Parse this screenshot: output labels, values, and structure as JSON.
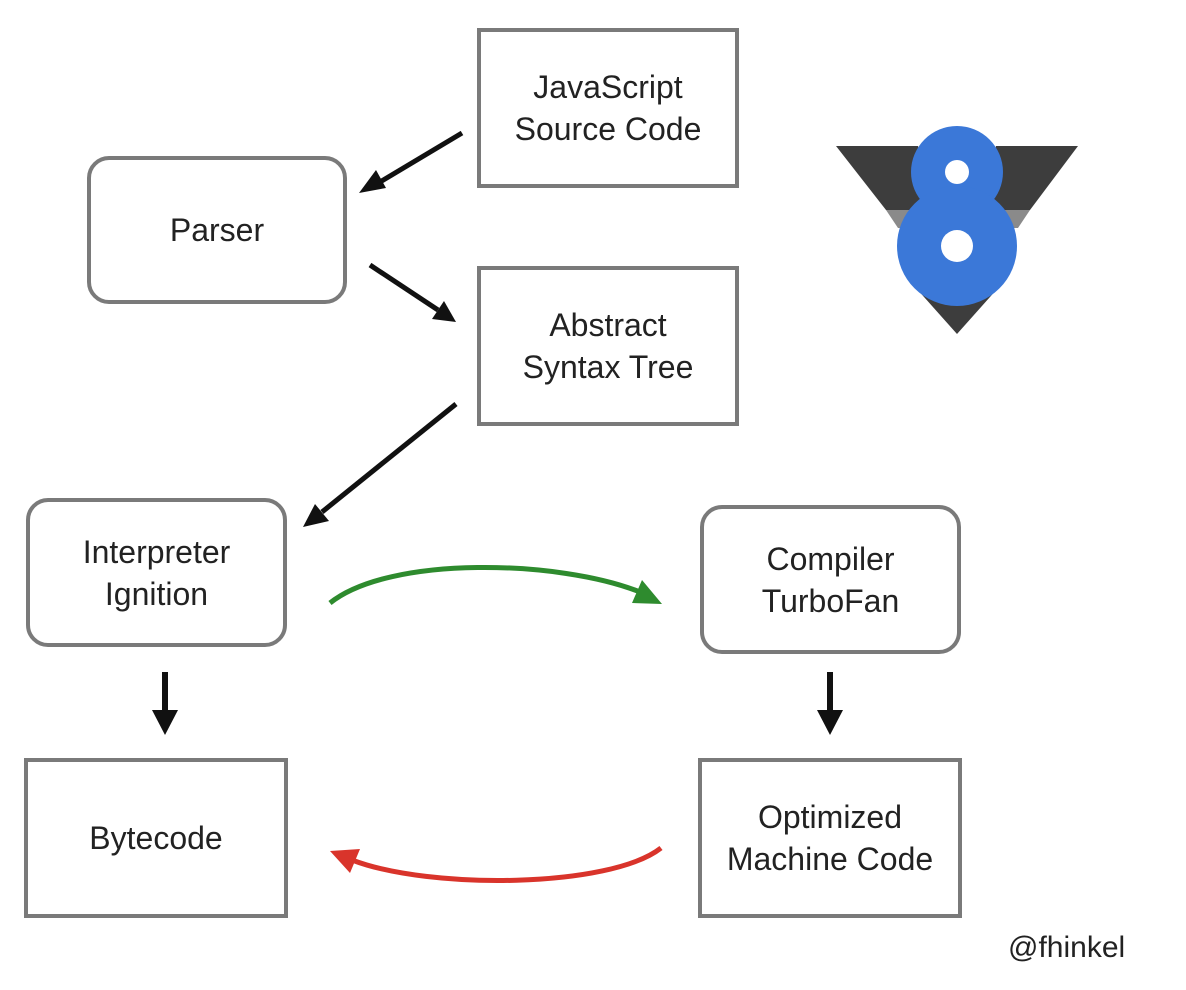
{
  "diagram": {
    "nodes": {
      "javascript_source": {
        "line1": "JavaScript",
        "line2": "Source Code"
      },
      "parser": {
        "label": "Parser"
      },
      "ast": {
        "line1": "Abstract",
        "line2": "Syntax Tree"
      },
      "interpreter": {
        "line1": "Interpreter",
        "line2": "Ignition"
      },
      "compiler": {
        "line1": "Compiler",
        "line2": "TurboFan"
      },
      "bytecode": {
        "label": "Bytecode"
      },
      "optimized": {
        "line1": "Optimized",
        "line2": "Machine Code"
      }
    },
    "edges": [
      {
        "from": "javascript_source",
        "to": "parser",
        "color": "#111111"
      },
      {
        "from": "parser",
        "to": "ast",
        "color": "#111111"
      },
      {
        "from": "ast",
        "to": "interpreter",
        "color": "#111111"
      },
      {
        "from": "interpreter",
        "to": "bytecode",
        "color": "#111111"
      },
      {
        "from": "compiler",
        "to": "optimized",
        "color": "#111111"
      },
      {
        "from": "interpreter",
        "to": "compiler",
        "color": "#2e8b2e"
      },
      {
        "from": "optimized",
        "to": "bytecode",
        "color": "#d9342b"
      }
    ],
    "logo": {
      "name": "v8-logo",
      "colors": {
        "blue": "#3b78d8",
        "dark": "#3d3d3d",
        "gray": "#8a8a8a"
      }
    },
    "credit": "@fhinkel"
  }
}
